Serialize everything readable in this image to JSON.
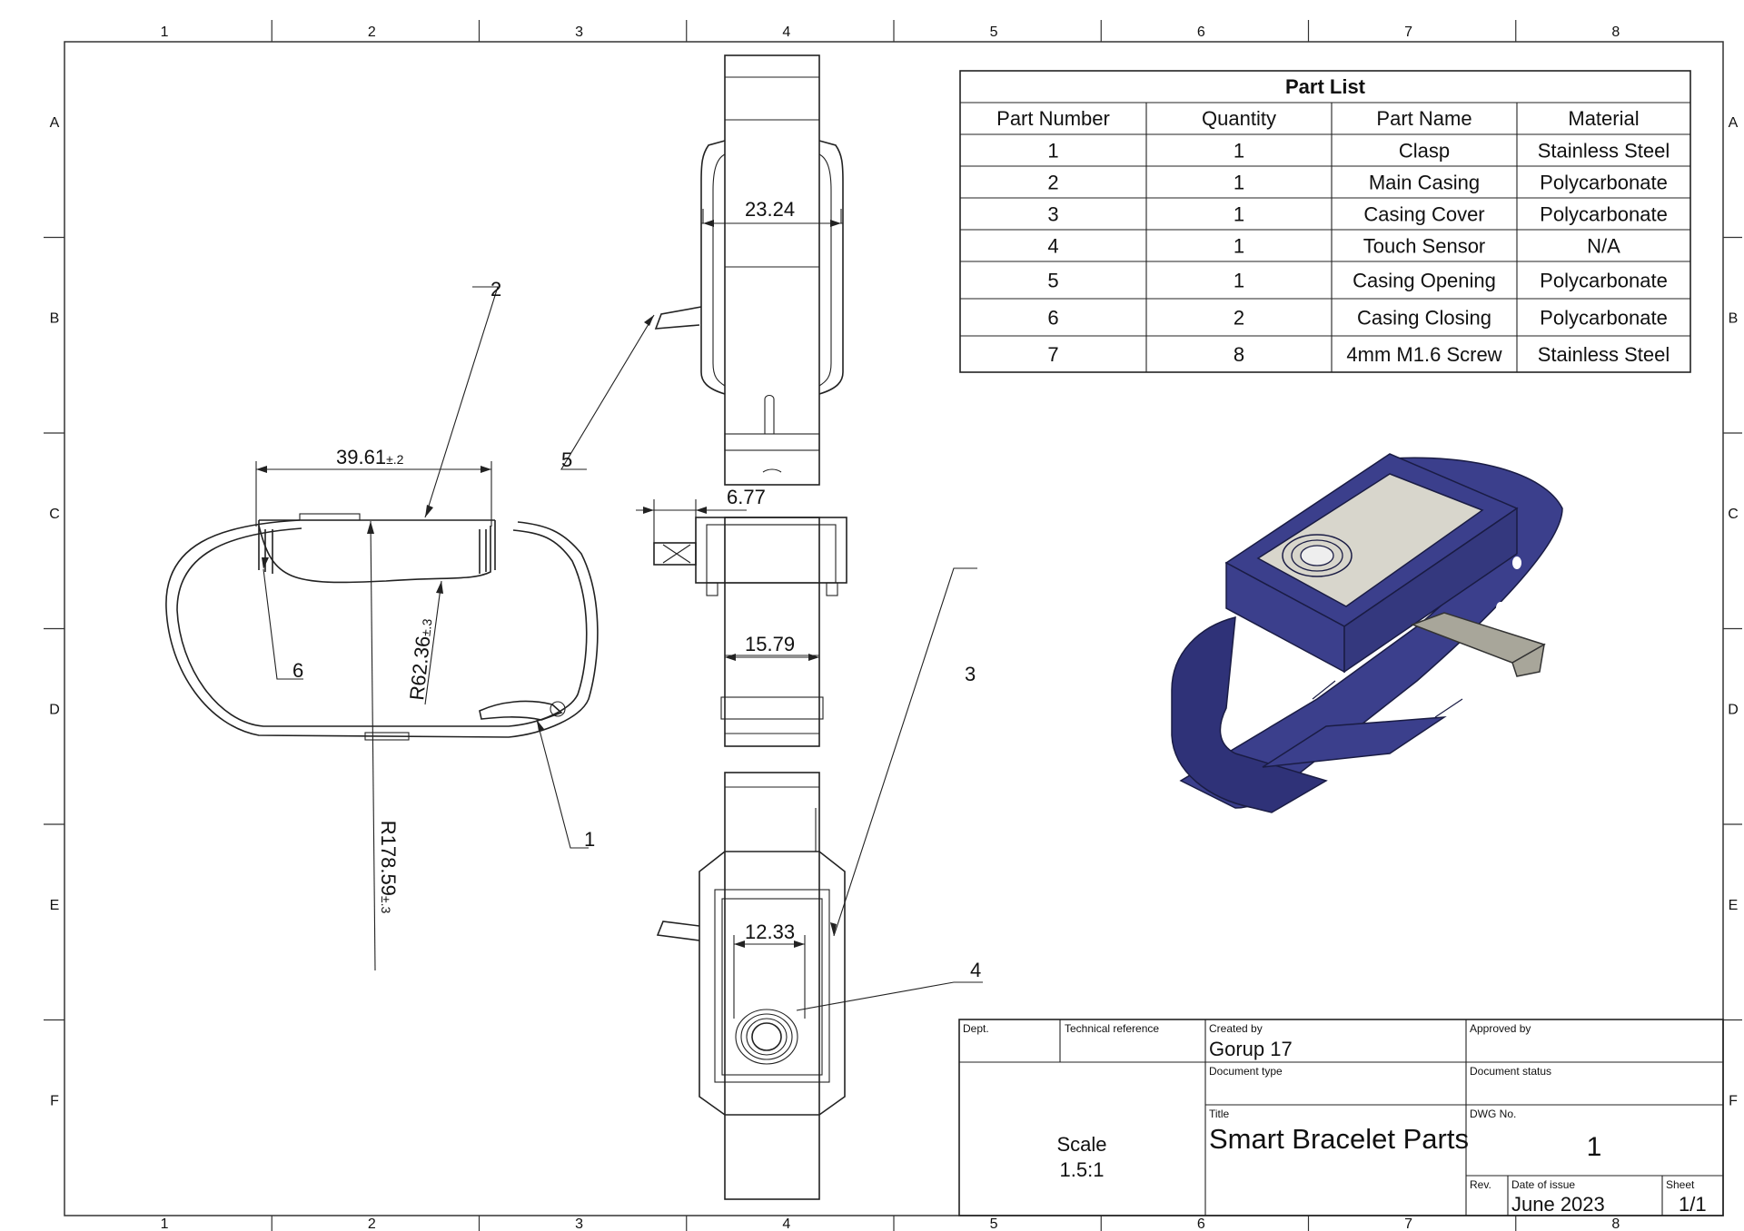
{
  "frame": {
    "columns": [
      "1",
      "2",
      "3",
      "4",
      "5",
      "6",
      "7",
      "8"
    ],
    "rows": [
      "A",
      "B",
      "C",
      "D",
      "E",
      "F"
    ]
  },
  "part_list": {
    "title": "Part List",
    "headers": [
      "Part Number",
      "Quantity",
      "Part Name",
      "Material"
    ],
    "rows": [
      [
        "1",
        "1",
        "Clasp",
        "Stainless Steel"
      ],
      [
        "2",
        "1",
        "Main Casing",
        "Polycarbonate"
      ],
      [
        "3",
        "1",
        "Casing Cover",
        "Polycarbonate"
      ],
      [
        "4",
        "1",
        "Touch Sensor",
        "N/A"
      ],
      [
        "5",
        "1",
        "Casing Opening",
        "Polycarbonate"
      ],
      [
        "6",
        "2",
        "Casing Closing",
        "Polycarbonate"
      ],
      [
        "7",
        "8",
        "4mm M1.6 Screw",
        "Stainless Steel"
      ]
    ]
  },
  "dimensions": {
    "width_top": "23.24",
    "thickness": "6.77",
    "width_mid": "15.79",
    "screen": "12.33",
    "span": "39.61",
    "span_tol": "±.2",
    "radius_inner": "R62.36",
    "radius_inner_tol": "±.3",
    "radius_outer": "R178.59",
    "radius_outer_tol": "±.3"
  },
  "balloons": [
    "1",
    "2",
    "3",
    "4",
    "5",
    "6"
  ],
  "title_block": {
    "dept_label": "Dept.",
    "tech_ref_label": "Technical reference",
    "created_by_label": "Created by",
    "created_by": "Gorup 17",
    "approved_by_label": "Approved by",
    "doc_type_label": "Document type",
    "doc_status_label": "Document status",
    "title_label": "Title",
    "title": "Smart Bracelet Parts",
    "dwg_label": "DWG No.",
    "dwg_no": "1",
    "scale_label": "Scale",
    "scale": "1.5:1",
    "rev_label": "Rev.",
    "date_label": "Date of issue",
    "date": "June 2023",
    "sheet_label": "Sheet",
    "sheet": "1/1"
  },
  "colors": {
    "band": "#3b3f8c",
    "band_dark": "#2a2d6e",
    "screen": "#d8d6cc",
    "clasp": "#a8a69a"
  }
}
